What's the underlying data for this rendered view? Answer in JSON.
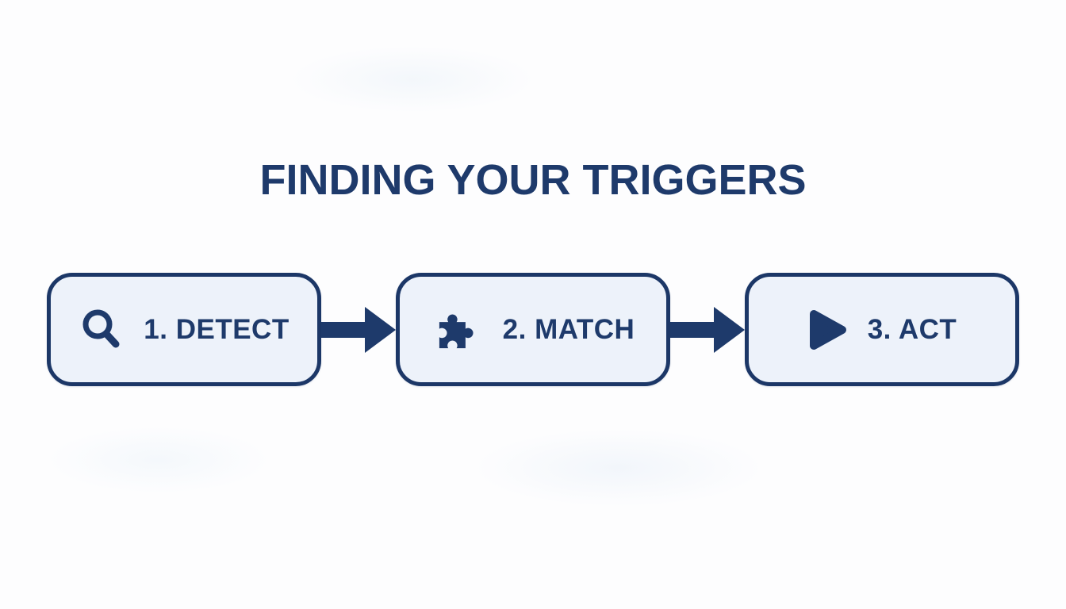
{
  "title": "FINDING YOUR TRIGGERS",
  "steps": [
    {
      "label": "1. DETECT",
      "icon": "magnifying-glass-icon"
    },
    {
      "label": "2. MATCH",
      "icon": "puzzle-piece-icon"
    },
    {
      "label": "3. ACT",
      "icon": "play-icon"
    }
  ],
  "connectors": {
    "icon": "right-arrow-icon",
    "count": 2
  },
  "colors": {
    "navy": "#1e3a6b",
    "box_border": "#1c3767",
    "box_fill": "#edf2fa",
    "background": "#fdfdfe"
  }
}
